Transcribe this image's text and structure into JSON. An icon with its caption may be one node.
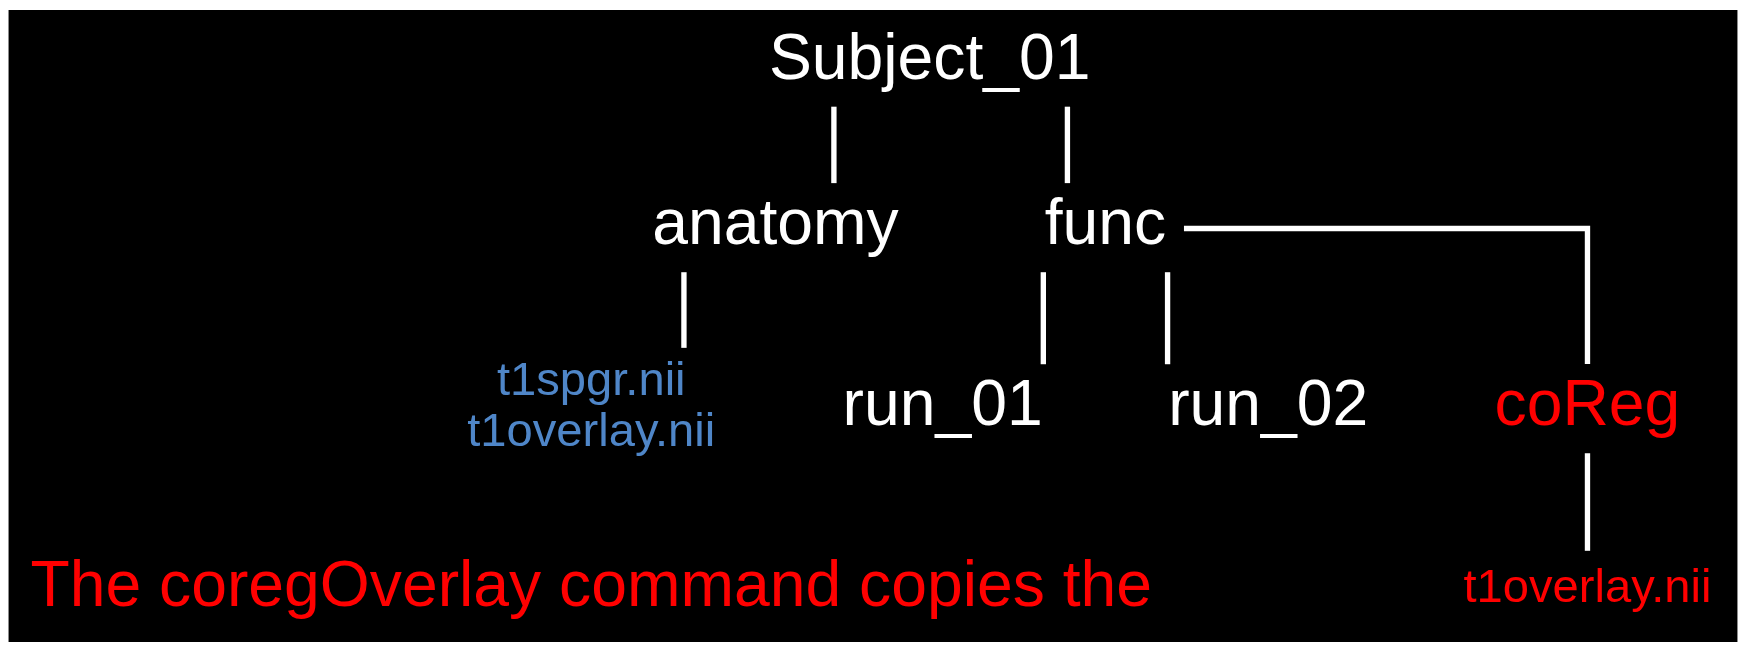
{
  "diagram": {
    "nodes": [
      {
        "text": [
          "Subject_01"
        ]
      },
      {
        "text": [
          "anatomy"
        ]
      },
      {
        "text": [
          "func"
        ]
      },
      {
        "text": [
          "t1spgr.nii",
          "t1overlay.nii"
        ]
      },
      {
        "text": [
          "run_01"
        ]
      },
      {
        "text": [
          "run_02"
        ]
      },
      {
        "text": [
          "coReg"
        ]
      },
      {
        "text": [
          "t1overlay.nii"
        ]
      }
    ],
    "edges": [
      {
        "from": 0,
        "to": 1,
        "arrow": "none"
      },
      {
        "from": 0,
        "to": 2,
        "arrow": "none"
      },
      {
        "from": 1,
        "to": 3,
        "arrow": "none"
      },
      {
        "from": 2,
        "to": 4,
        "arrow": "none"
      },
      {
        "from": 2,
        "to": 5,
        "arrow": "none"
      },
      {
        "from": 2,
        "to": 6,
        "arrow": "none"
      },
      {
        "from": 6,
        "to": 7,
        "arrow": "none"
      }
    ],
    "labels": [
      "The coregOverlay command copies the"
    ]
  }
}
